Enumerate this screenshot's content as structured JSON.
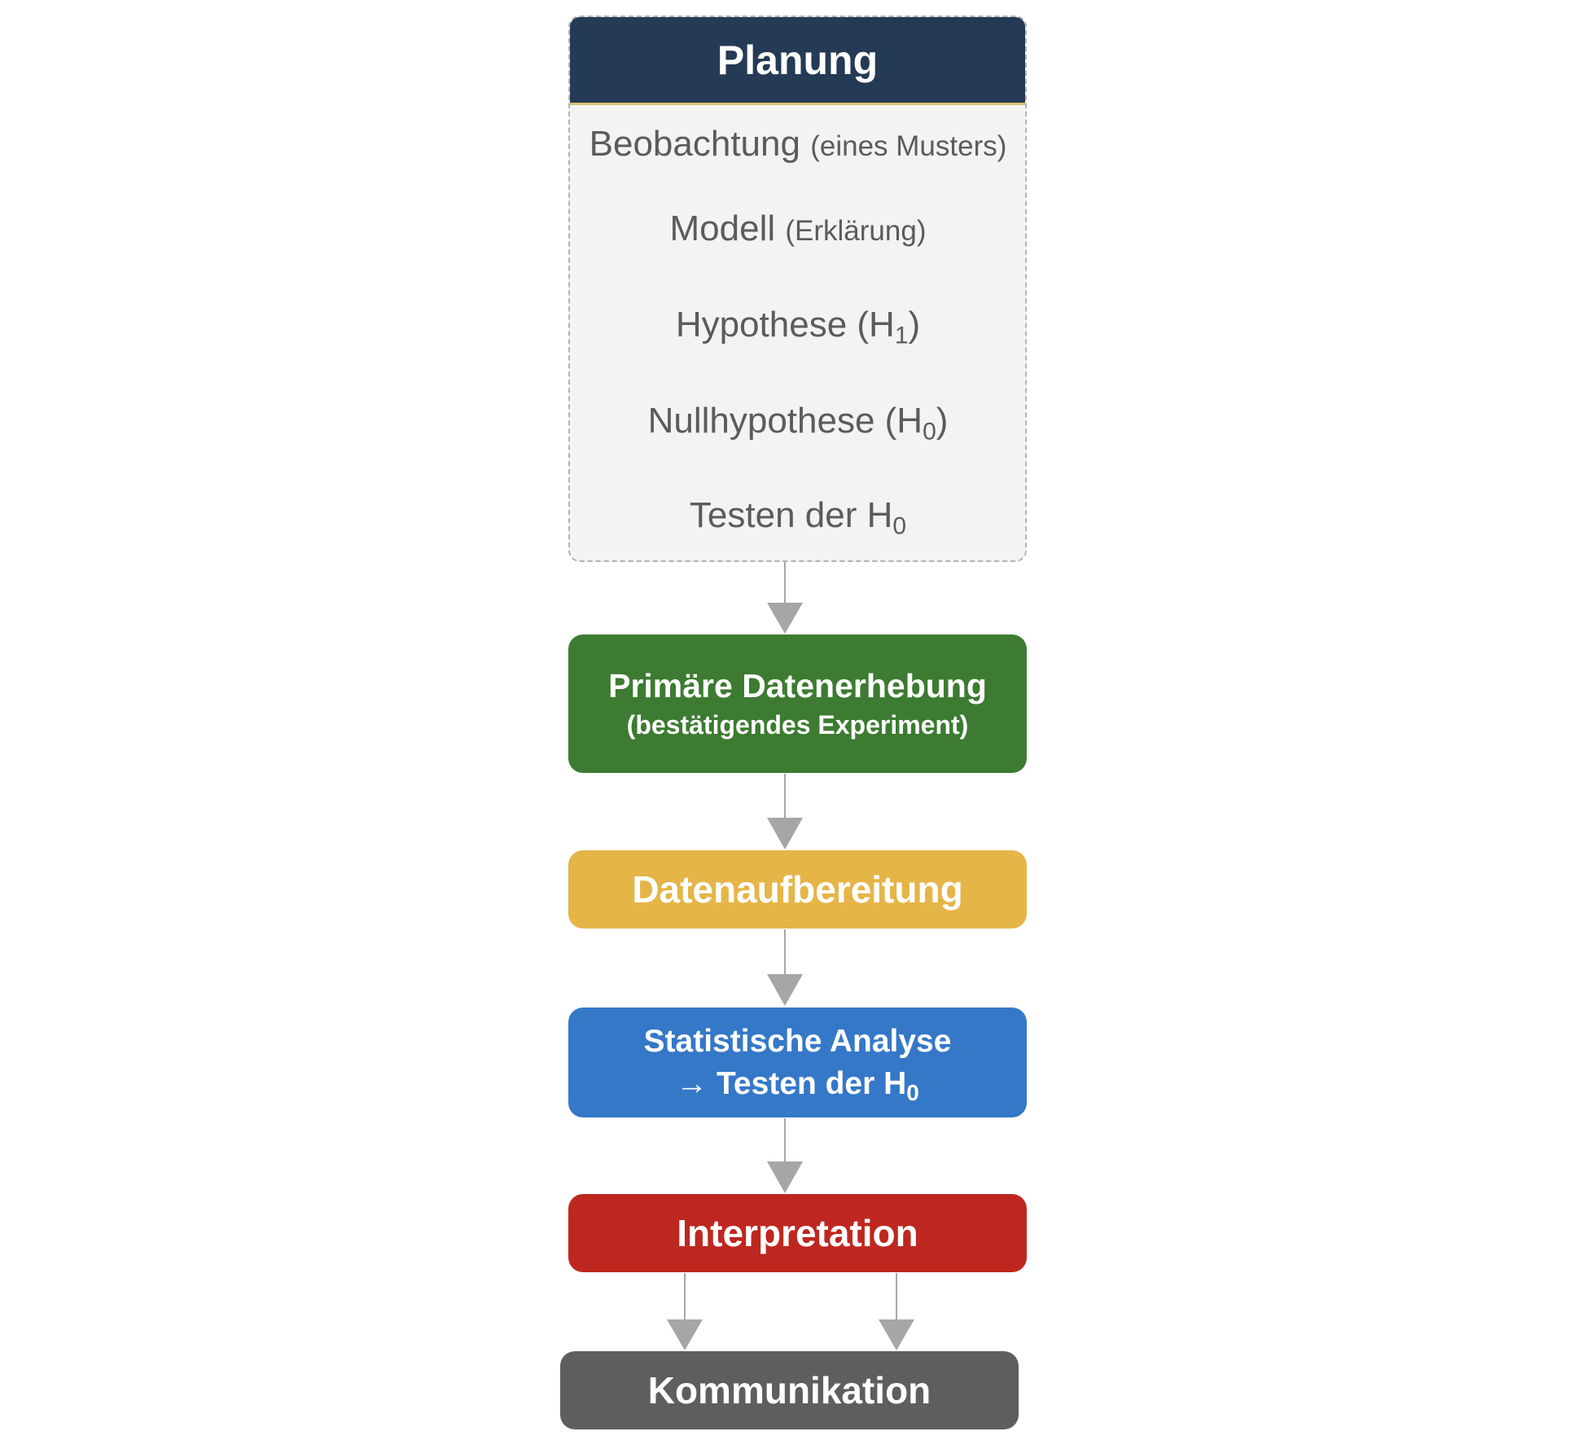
{
  "planning": {
    "title": "Planung",
    "steps": [
      {
        "main": "Beobachtung",
        "note": "(eines Musters)"
      },
      {
        "main": "Modell",
        "note": "(Erklärung)"
      },
      {
        "main": "Hypothese (H",
        "sub": "1",
        "tail": ")"
      },
      {
        "main": "Nullhypothese (H",
        "sub": "0",
        "tail": ")"
      },
      {
        "main": "Testen der H",
        "sub": "0"
      }
    ]
  },
  "data_collection": {
    "title": "Primäre Datenerhebung",
    "subtitle": "(bestätigendes Experiment)"
  },
  "data_preparation": {
    "title": "Datenaufbereitung"
  },
  "analysis": {
    "title": "Statistische Analyse",
    "line2_prefix": "→ Testen der H",
    "line2_sub": "0"
  },
  "interpretation": {
    "title": "Interpretation"
  },
  "communication": {
    "title": "Kommunikation"
  },
  "colors": {
    "planning_header": "#243a55",
    "planning_accent": "#d7c069",
    "planning_panel": "#f3f3f3",
    "step_text": "#5b5b5b",
    "data_collection": "#3c7b31",
    "data_preparation": "#e5b548",
    "analysis": "#3578c8",
    "interpretation": "#be271f",
    "communication": "#5e5e5e",
    "arrow": "#a6a6a6"
  }
}
